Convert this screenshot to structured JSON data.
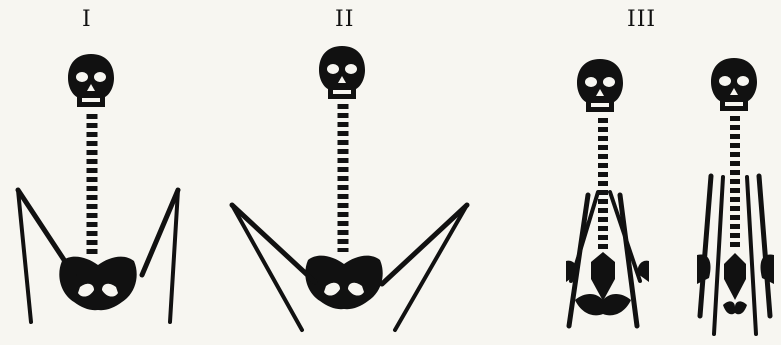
{
  "figure": {
    "labels": [
      "I",
      "II",
      "III"
    ]
  },
  "colors": {
    "ink": "#111111",
    "paper": "#f7f6f1"
  }
}
